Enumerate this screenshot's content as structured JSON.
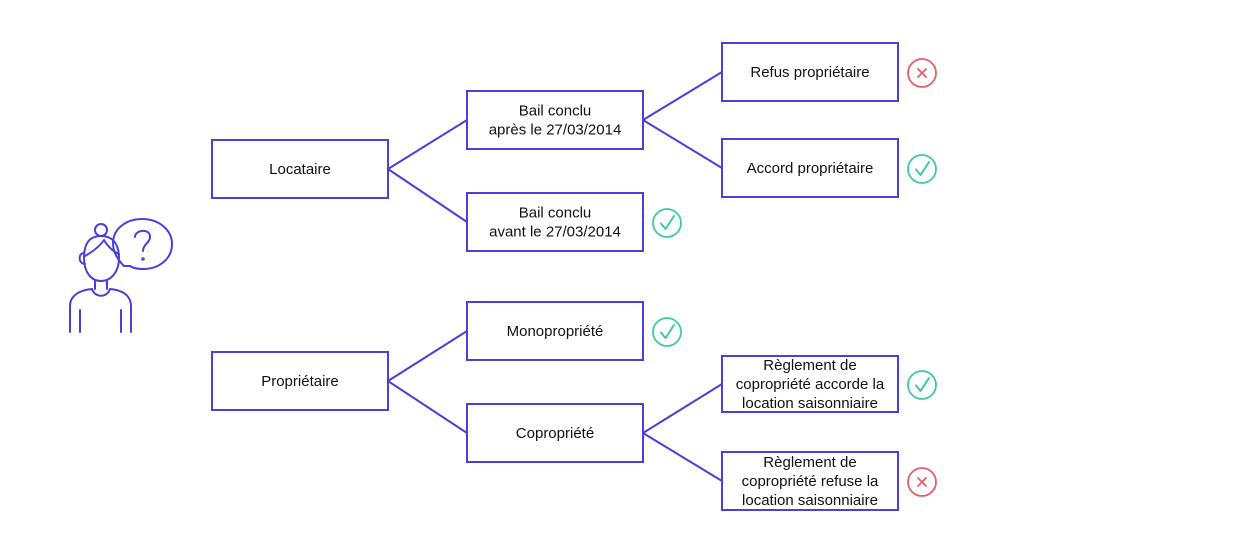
{
  "colors": {
    "accent": "#4b3fd9",
    "ok": "#3ec9a3",
    "ko": "#ea5b6a"
  },
  "person_icon": "person-with-question-icon",
  "nodes": {
    "locataire": {
      "lines": [
        "Locataire"
      ]
    },
    "bail_apres": {
      "lines": [
        "Bail conclu",
        "après le 27/03/2014"
      ]
    },
    "bail_avant": {
      "lines": [
        "Bail conclu",
        "avant le 27/03/2014"
      ],
      "status": "ok"
    },
    "refus": {
      "lines": [
        "Refus propriétaire"
      ],
      "status": "ko"
    },
    "accord": {
      "lines": [
        "Accord propriétaire"
      ],
      "status": "ok"
    },
    "proprietaire": {
      "lines": [
        "Propriétaire"
      ]
    },
    "mono": {
      "lines": [
        "Monopropriété"
      ],
      "status": "ok"
    },
    "copro": {
      "lines": [
        "Copropriété"
      ]
    },
    "regl_accorde": {
      "lines": [
        "Règlement de",
        "copropriété accorde la",
        "location saisonniaire"
      ],
      "status": "ok"
    },
    "regl_refuse": {
      "lines": [
        "Règlement de",
        "copropriété refuse la",
        "location saisonniaire"
      ],
      "status": "ko"
    }
  },
  "edges": [
    [
      "locataire",
      "bail_apres"
    ],
    [
      "locataire",
      "bail_avant"
    ],
    [
      "bail_apres",
      "refus"
    ],
    [
      "bail_apres",
      "accord"
    ],
    [
      "proprietaire",
      "mono"
    ],
    [
      "proprietaire",
      "copro"
    ],
    [
      "copro",
      "regl_accorde"
    ],
    [
      "copro",
      "regl_refuse"
    ]
  ]
}
